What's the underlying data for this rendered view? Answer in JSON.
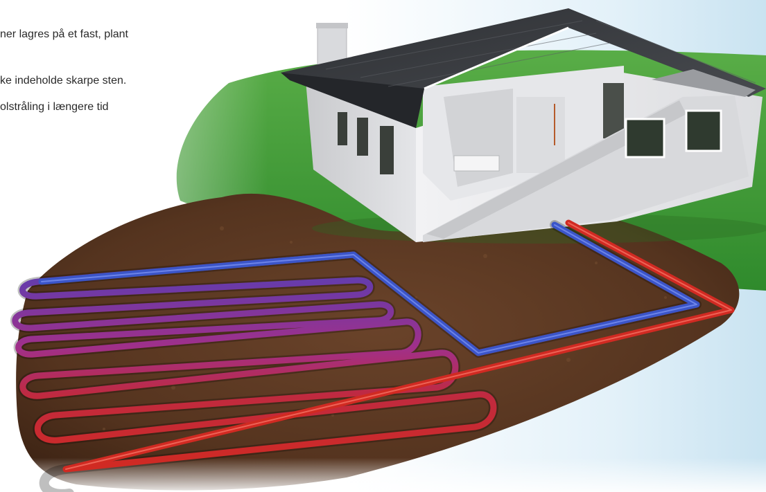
{
  "text_lines": [
    "ner lagres på et fast, plant",
    "ke indeholde skarpe sten.",
    "olstråling i længere tid"
  ],
  "colors": {
    "sky": "#dceef7",
    "grass": "#3e9a35",
    "soil": "#5b3621",
    "wall": "#ebebed",
    "roof": "#3b3d41",
    "pipe_cold": "#3b55c8",
    "pipe_warm": "#cf2a22",
    "text": "#2a2a2a"
  },
  "icons": {
    "house": "house-icon"
  }
}
